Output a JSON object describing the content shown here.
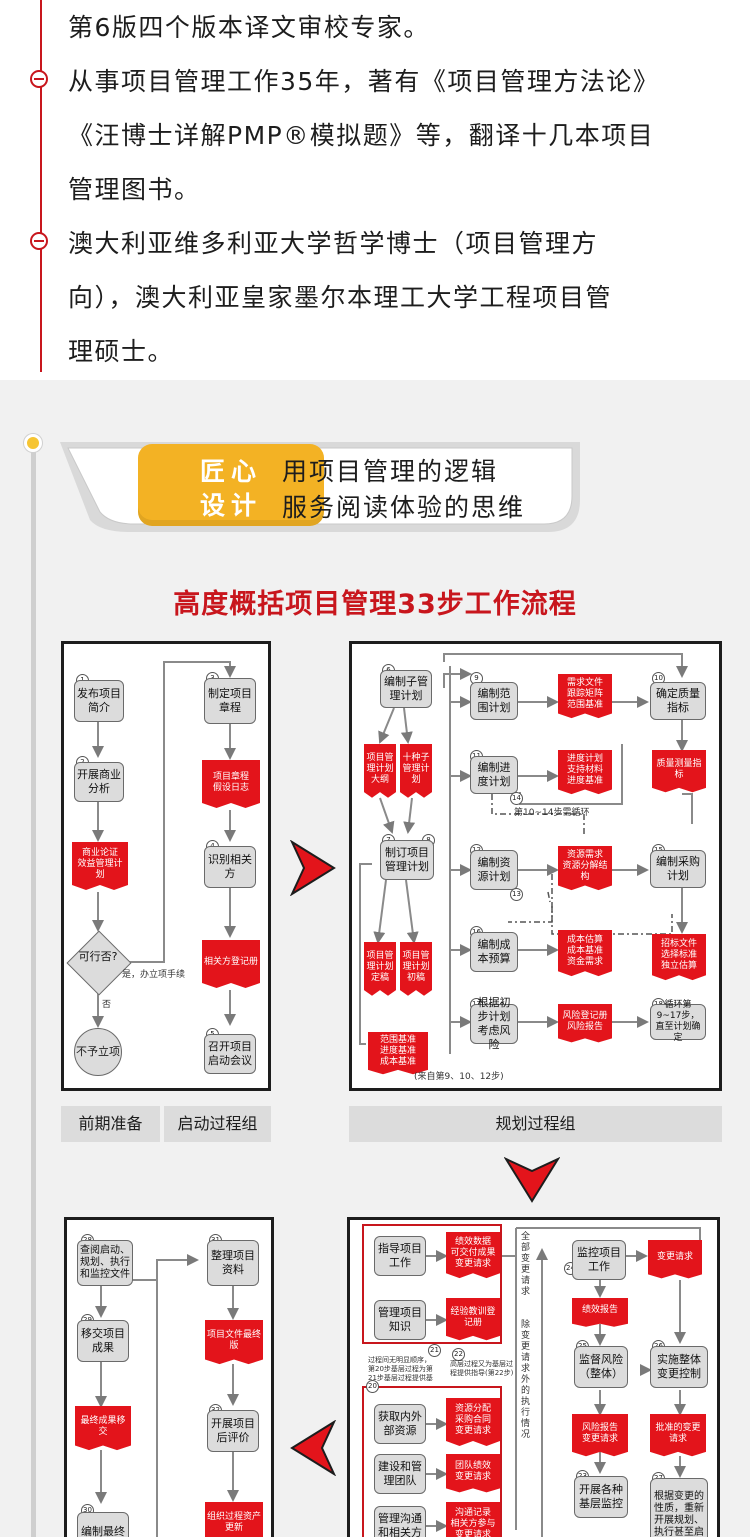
{
  "bio": {
    "line1": "第6版四个版本译文审校专家。",
    "line2": "从事项目管理工作35年，著有《项目管理方法论》",
    "line3": "《汪博士详解PMP®模拟题》等，翻译十几本项目",
    "line4": "管理图书。",
    "line5": "澳大利亚维多利亚大学哲学博士（项目管理方",
    "line6": "向），澳大利亚皇家墨尔本理工大学工程项目管",
    "line7": "理硕士。"
  },
  "banner": {
    "badge_line1": "匠心",
    "badge_line2": "设计",
    "text_line1": "用项目管理的逻辑",
    "text_line2": "服务阅读体验的思维"
  },
  "section_title": "高度概括项目管理33步工作流程",
  "panel1": {
    "n1": "发布项目简介",
    "n2": "开展商业分析",
    "d1": "商业论证\n效益管理计划",
    "diamond": "可行否?",
    "yes": "是，办立项手续",
    "no": "否",
    "stop": "不予立项",
    "n3": "制定项目章程",
    "d2": "项目章程\n假设日志",
    "n4": "识别相关方",
    "d3": "相关方登记册",
    "n5": "召开项目启动会议",
    "nums": [
      "1",
      "2",
      "3",
      "4",
      "5"
    ]
  },
  "panel2": {
    "n6": "编制子管理计划",
    "n7": "制订项目管理计划",
    "d_a": "项目管理计划大纲",
    "d_b": "十种子管理计划",
    "d_c": "项目管理计划定稿",
    "d_d": "项目管理计划初稿",
    "n8": "编制范围计划",
    "d8": "需求文件\n跟踪矩阵\n范围基准",
    "n9": "确定质量指标",
    "d9": "质量测量指标",
    "n10": "编制进度计划",
    "d10": "进度计划\n支持材料\n进度基准",
    "loop": "第10~14步需循环",
    "n11": "编制资源计划",
    "d11": "资源需求\n资源分解结构",
    "n12": "编制采购计划",
    "d12": "招标文件\n选择标准\n独立估算",
    "n13": "编制成本预算",
    "d13": "成本估算\n成本基准\n资金需求",
    "n14": "根据初步计划考虑风险",
    "d14": "风险登记册\n风险报告",
    "n15": "循环第9~17步，直至计划确定",
    "d15": "范围基准\n进度基准\n成本基准",
    "src": "(来自第9、10、12步)",
    "nums": [
      "6",
      "7",
      "8",
      "9",
      "10",
      "11",
      "12",
      "13",
      "14",
      "15",
      "16",
      "17",
      "18"
    ]
  },
  "panel3": {
    "n1": "查阅启动、规划、执行和监控文件",
    "n2": "移交项目成果",
    "d1": "最终成果移交",
    "n3": "编制最终",
    "n4": "整理项目资料",
    "d2": "项目文件最终版",
    "n5": "开展项目后评价",
    "d3": "组织过程资产更新",
    "nums": [
      "28",
      "29",
      "30",
      "31",
      "32"
    ]
  },
  "panel4": {
    "n1": "指导项目工作",
    "d1": "绩效数据\n可交付成果\n变更请求",
    "n2": "管理项目知识",
    "d2": "经验教训登记册",
    "note1": "过程间无明显顺序，第20步基层过程为第21步基层过程提供基础",
    "note2": "高层过程又为基层过程提供指导(第22步)",
    "n3": "获取内外部资源",
    "d3": "资源分配\n采购合同\n变更请求",
    "n4": "建设和管理团队",
    "d4": "团队绩效\n变更请求",
    "n5": "管理沟通和相关方",
    "d5": "沟通记录\n相关方参与\n变更请求",
    "vert1": "全部变更请求",
    "vert2": "除变更请求外的执行情况",
    "n6": "监控项目工作",
    "d6": "变更请求",
    "d7": "绩效报告",
    "n7": "监督风险（整体）",
    "n8": "实施整体变更控制",
    "d8": "风险报告\n变更请求",
    "d9": "批准的变更请求",
    "n9": "开展各种基层监控",
    "n10": "根据变更的性质，重新开展规划、执行甚至启",
    "nums": [
      "20",
      "21",
      "22",
      "23",
      "24",
      "25",
      "26",
      "27"
    ]
  },
  "phases": {
    "p1": "前期准备",
    "p2": "启动过程组",
    "p3": "规划过程组"
  },
  "colors": {
    "accent_red": "#c8161d",
    "doc_red": "#e3141b",
    "badge_yellow": "#f3b224",
    "node_gray": "#dcdcdc"
  }
}
